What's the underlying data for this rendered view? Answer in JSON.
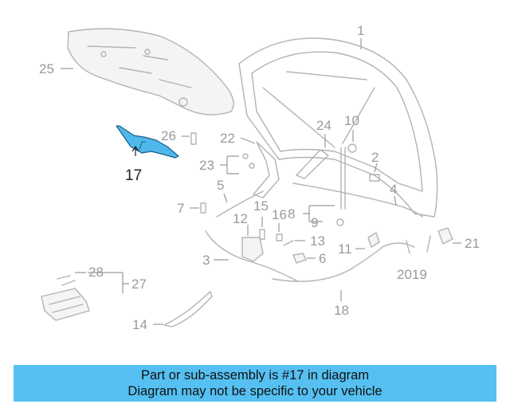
{
  "labels": {
    "l1": "1",
    "l2": "2",
    "l3": "3",
    "l4": "4",
    "l5": "5",
    "l6": "6",
    "l7": "7",
    "l8": "8",
    "l9": "9",
    "l10": "10",
    "l11": "11",
    "l12": "12",
    "l13": "13",
    "l14": "14",
    "l15": "15",
    "l16": "16",
    "l17": "17",
    "l18": "18",
    "l2019": "2019",
    "l21": "21",
    "l22": "22",
    "l23": "23",
    "l24": "24",
    "l25": "25",
    "l26": "26",
    "l27": "27",
    "l28": "28"
  },
  "highlight": {
    "part_number": "17",
    "color": "#4fb8ea"
  },
  "banner": {
    "line1": "Part or sub-assembly is #17 in diagram",
    "line2": "Diagram may not be specific to your vehicle",
    "color": "#55c0f1"
  }
}
